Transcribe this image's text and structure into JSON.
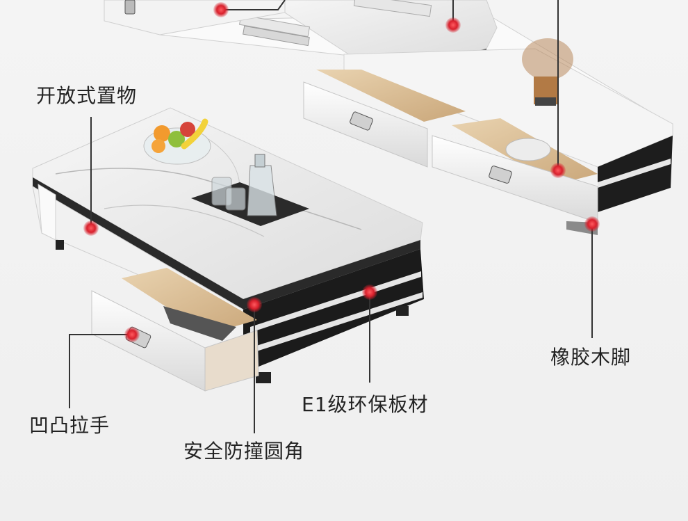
{
  "callouts": {
    "open_storage": "开放式置物",
    "rubber_wood_feet": "橡胶木脚",
    "e1_board": "E1级环保板材",
    "recessed_handle": "凹凸拉手",
    "safe_round_corner": "安全防撞圆角"
  },
  "colors": {
    "marker": "#e0303a",
    "leader_line": "#333333",
    "background": "#f2f2f2"
  }
}
